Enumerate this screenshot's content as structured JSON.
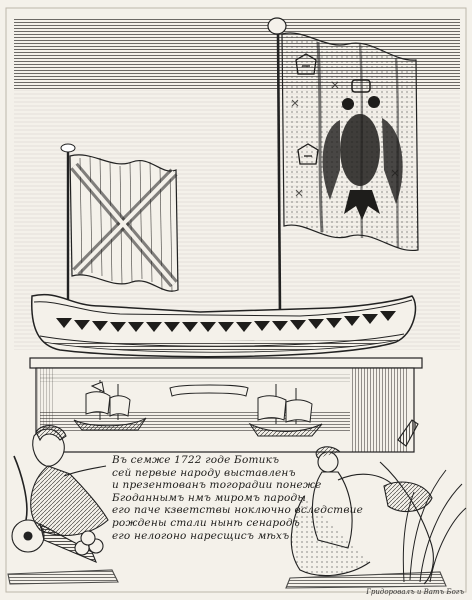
{
  "engraving": {
    "inscription_lines": [
      "Въ семже 1722 годе Ботикъ",
      "сей первые народу выставленъ",
      "и презентованъ тогорадии понеже",
      "Бгоданнымъ нмъ миромъ пароды",
      "его паче кзветствы ноключно вследствие",
      "рождены стали нынѣ сенародъ",
      "его нелогоно наресщисъ мѣхъ"
    ],
    "engraver_caption": "Гридоровалъ и Ватъ Богъ",
    "year_in_inscription": "1722",
    "ink_color": "#1e1d1b",
    "paper_color": "#f4f1ea"
  }
}
